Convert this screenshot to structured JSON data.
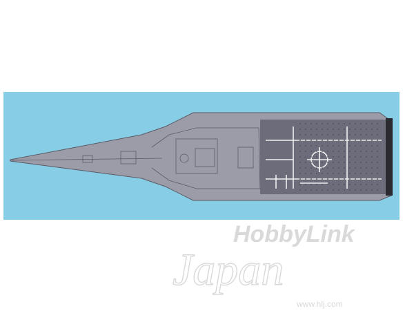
{
  "colors": {
    "page_background": "#ffffff",
    "backdrop": "#87cde6",
    "hull": "#9c9ca8",
    "hull_edge": "#5a5a66",
    "flight_deck": "#6c6c7a",
    "deck_markings": "#f2f2f2",
    "deck_edge": "#2a2a30",
    "watermark": "#d9d9d9"
  },
  "watermark": {
    "brand_line": "HobbyLink",
    "script_line": "Japan",
    "url_line": "www.hlj.com"
  }
}
